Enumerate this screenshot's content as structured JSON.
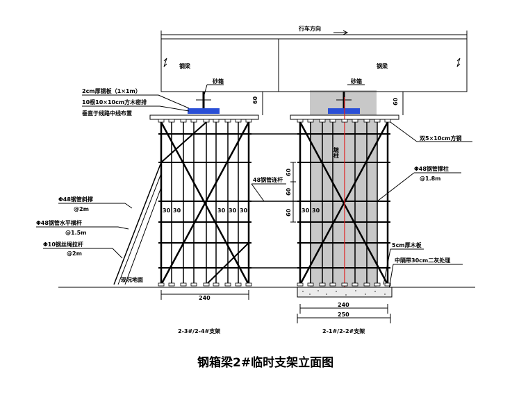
{
  "diagram": {
    "travel_direction": "行车方向",
    "steel_beam_left": "钢梁",
    "steel_beam_right": "钢梁",
    "sand_box_left": "砂箱",
    "sand_box_right": "砂箱",
    "plate_label_1": "2cm厚钢板（1×1m）",
    "plate_label_2": "10根10×10cm方木密排",
    "plate_label_3": "垂直于线路中线布置",
    "dim_60_left": "60",
    "dim_60_right": "60",
    "double_timber": "双5×10cm方钢",
    "pier_label": "墩柱",
    "tie_rod_label": "48钢管连杆",
    "post_label": "Φ48钢管撑柱",
    "post_length": "@1.8m",
    "diag_brace_label": "Φ48钢管斜撑",
    "diag_brace_spacing": "@2m",
    "horiz_rod_label": "Φ48钢管水平横杆",
    "horiz_rod_spacing": "@1.5m",
    "wire_rod_label": "Φ10钢丝绳拉杆",
    "wire_rod_spacing": "@2m",
    "ground_label": "现况地面",
    "wood_board_label": "5cm厚木板",
    "lime_label": "中隔带30cm二灰处理",
    "v_dim_60a": "60",
    "v_dim_60b": "60",
    "v_dim_60c": "60",
    "space_30a": "30",
    "space_30b": "30",
    "space_30c": "30",
    "space_30d": "30",
    "space_30e": "30",
    "space_30f": "30",
    "space_30g": "30",
    "dim_240_left": "240",
    "dim_240_right": "240",
    "dim_250": "250",
    "support_left_label": "2-3#/2-4#支架",
    "support_right_label": "2-1#/2-2#支架",
    "title": "钢箱梁2#临时支架立面图"
  }
}
